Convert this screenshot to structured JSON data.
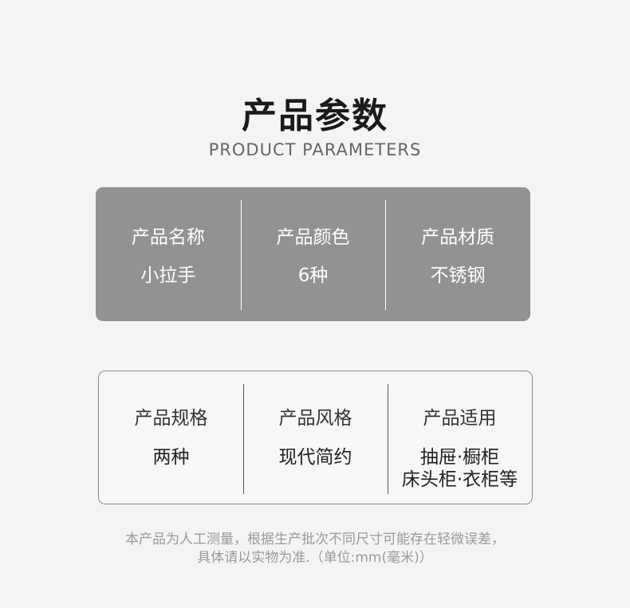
{
  "header": {
    "title": "产品参数",
    "subtitle": "PRODUCT PARAMETERS"
  },
  "params_top": [
    {
      "label": "产品名称",
      "value": "小拉手"
    },
    {
      "label": "产品颜色",
      "value": "6种"
    },
    {
      "label": "产品材质",
      "value": "不锈钢"
    }
  ],
  "params_bottom": [
    {
      "label": "产品规格",
      "value": "两种"
    },
    {
      "label": "产品风格",
      "value": "现代简约"
    },
    {
      "label": "产品适用",
      "value_line1": "抽屉·橱柜",
      "value_line2": "床头柜·衣柜等"
    }
  ],
  "note": {
    "line1": "本产品为人工测量，根据生产批次不同尺寸可能存在轻微误差，",
    "line2": "具体请以实物为准.（单位:mm(毫米)）"
  }
}
